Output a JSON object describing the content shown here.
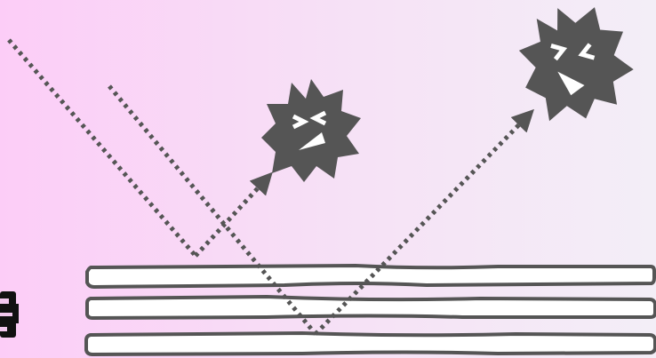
{
  "colors": {
    "background_left": "#fccdf7",
    "background_right": "#f3eef7",
    "ink": "#555555",
    "slab_fill": "#ffffff"
  },
  "layers": {
    "count": 3
  },
  "rays": [
    {
      "name": "incident-ray-1",
      "style": "dotted"
    },
    {
      "name": "reflected-ray-1",
      "style": "dotted-arrow"
    },
    {
      "name": "incident-ray-2",
      "style": "dotted"
    },
    {
      "name": "reflected-ray-2",
      "style": "dotted-arrow"
    }
  ],
  "bursts": [
    {
      "name": "burst-small",
      "face": "angry"
    },
    {
      "name": "burst-large",
      "face": "angry"
    }
  ],
  "icons": [
    "camera-icon",
    "burst-face-icon",
    "arrow-head-icon"
  ]
}
